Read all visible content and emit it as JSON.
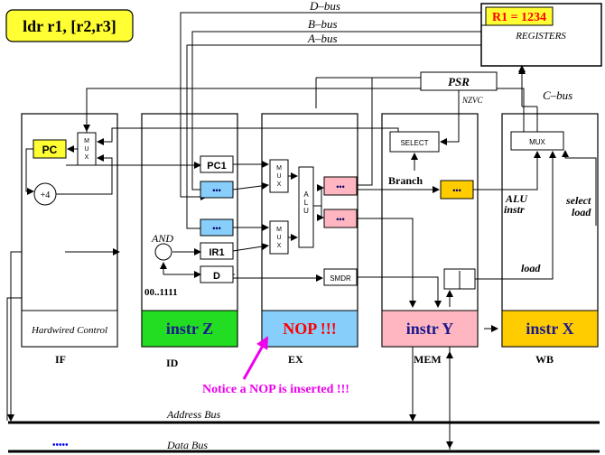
{
  "title": "ldr r1, [r2,r3]",
  "registers": {
    "value": "R1 = 1234",
    "label": "REGISTERS"
  },
  "buses": {
    "d_bus": "D–bus",
    "b_bus": "B–bus",
    "a_bus": "A–bus",
    "c_bus": "C–bus",
    "address_bus": "Address Bus",
    "data_bus": "Data Bus",
    "data_dots": "•••••"
  },
  "psr": {
    "label": "PSR",
    "flags": "NZVC"
  },
  "components": {
    "pc": "PC",
    "mux": "MUX",
    "plus4": "+4",
    "pc1": "PC1",
    "ir1": "IR1",
    "d": "D",
    "and": "AND",
    "const": "00..1111",
    "alu": "ALU",
    "smdr": "SMDR",
    "select": "SELECT",
    "branch": "Branch",
    "alu_instr": "ALU\ninstr",
    "select_load": "select\nload",
    "load": "load",
    "dots": "•••"
  },
  "hardwired": "Hardwired Control",
  "stages": [
    {
      "name": "IF"
    },
    {
      "name": "ID",
      "instr": "instr Z",
      "color": "#22dd22",
      "text_color": "#1a1a8c"
    },
    {
      "name": "EX",
      "instr": "NOP !!!",
      "color": "#87cefa",
      "text_color": "#ff0000"
    },
    {
      "name": "MEM",
      "instr": "instr Y",
      "color": "#ffb6c1",
      "text_color": "#1a1a8c"
    },
    {
      "name": "WB",
      "instr": "instr X",
      "color": "#ffcc00",
      "text_color": "#1a1a8c"
    }
  ],
  "notice": "Notice a NOP is inserted !!!",
  "colors": {
    "yellow": "#ffff33",
    "blue": "#87cefa",
    "pink": "#ffb6c1",
    "orange": "#ffcc00",
    "magenta": "#ee00ee"
  }
}
